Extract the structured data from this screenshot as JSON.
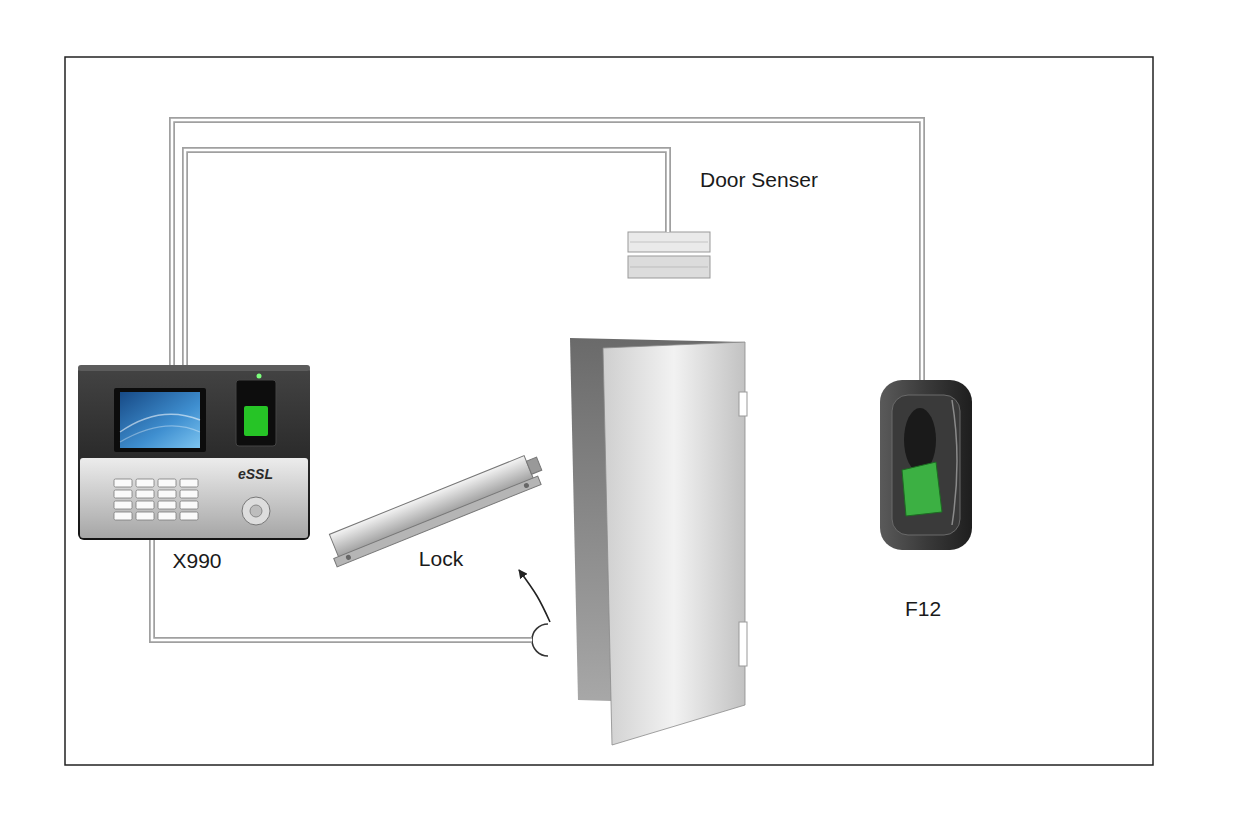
{
  "diagram": {
    "nodes": [
      {
        "text": [
          "X990"
        ]
      },
      {
        "text": [
          "Door Senser"
        ]
      },
      {
        "text": [
          "Lock"
        ]
      },
      {
        "text": [
          "F12"
        ]
      }
    ],
    "edges": [
      {
        "from": 0,
        "to": 1,
        "arrow": "none"
      },
      {
        "from": 0,
        "to": 3,
        "arrow": "none"
      },
      {
        "from": 0,
        "to": 2,
        "arrow": "to"
      }
    ],
    "labels": [
      "eSSL"
    ]
  }
}
